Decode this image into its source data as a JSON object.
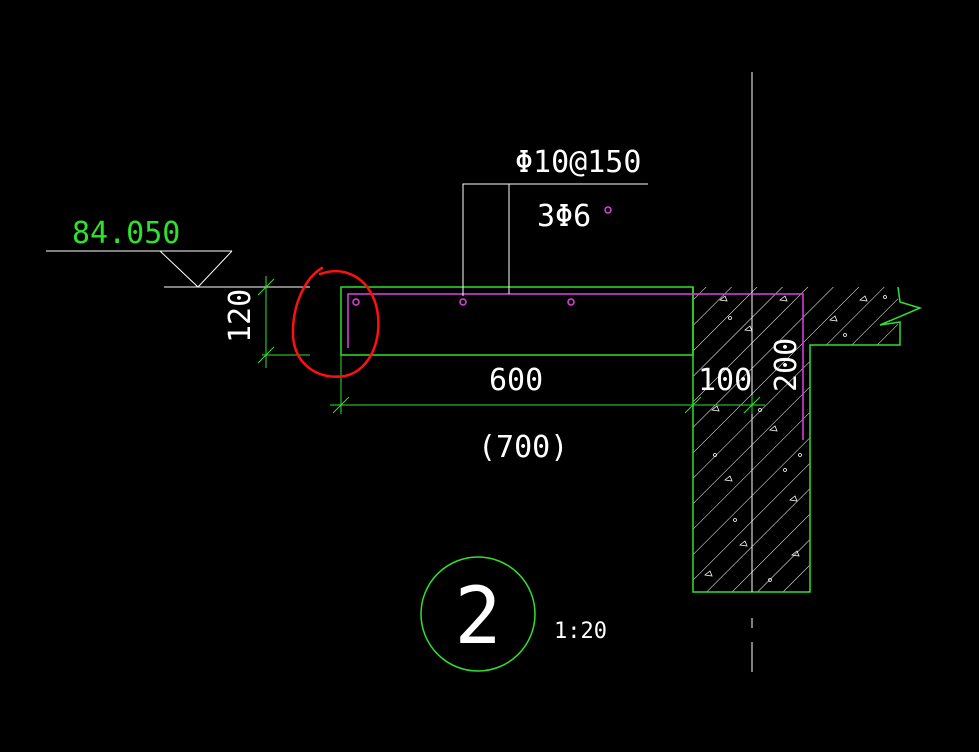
{
  "colors": {
    "background": "#000000",
    "green": "#2fe02f",
    "white": "#ffffff",
    "magenta": "#e040e0",
    "red": "#ff1010"
  },
  "labels": {
    "elevation": "84.050",
    "rebar_spacing": "Φ10@150",
    "rebar_count": "3Φ6",
    "thickness": "120",
    "span": "600",
    "wall_width": "100",
    "wall_total": "200",
    "span_total": "(700)",
    "detail_number": "2",
    "scale": "1:20"
  },
  "annotation": {
    "type": "red freehand circle",
    "marks": "left end of slab"
  }
}
